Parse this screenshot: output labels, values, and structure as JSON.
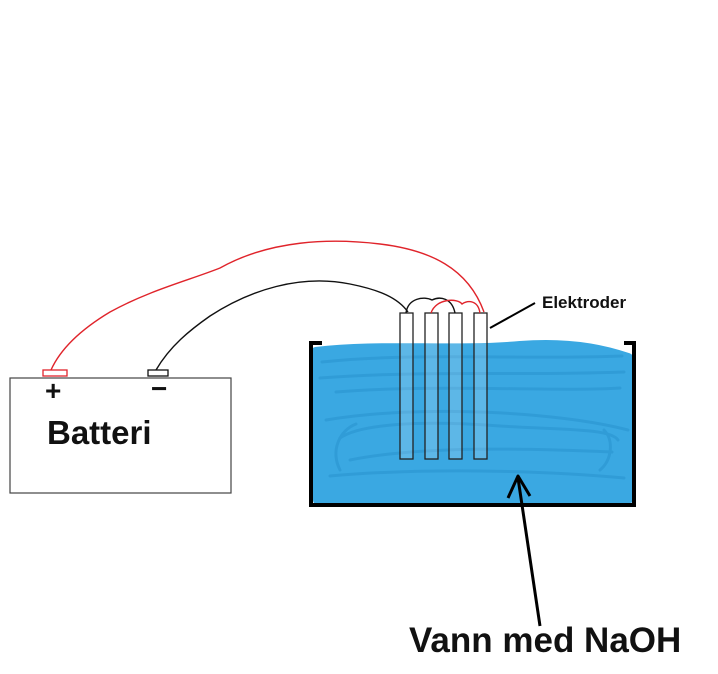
{
  "labels": {
    "battery": "Batteri",
    "plus": "+",
    "minus": "−",
    "electrodes": "Elektroder",
    "solution": "Vann med NaOH"
  },
  "colors": {
    "water": "#3aa8e2",
    "positive_wire": "#e0242b",
    "negative_wire": "#111111",
    "outline": "#000000",
    "background": "#ffffff"
  }
}
